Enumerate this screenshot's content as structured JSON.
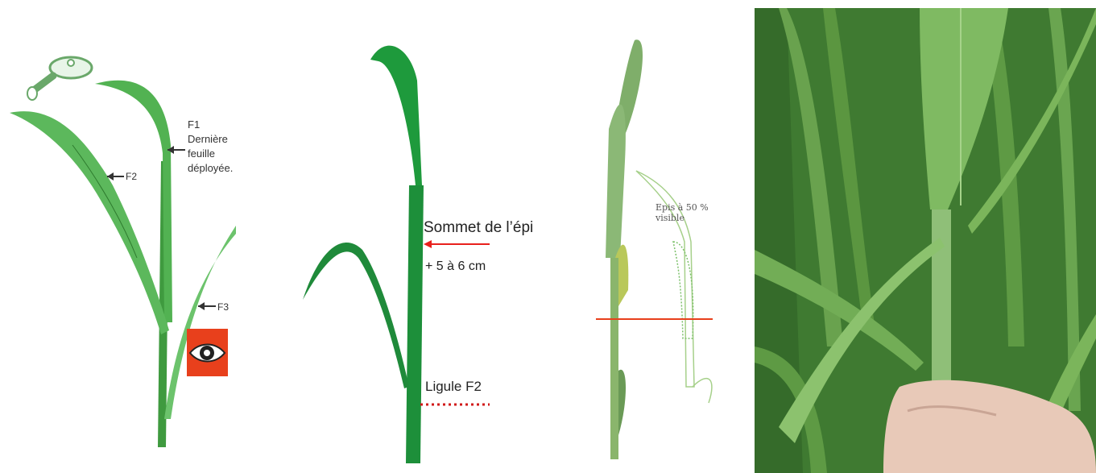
{
  "panel1": {
    "f1_label": "F1",
    "f1_desc_l1": "Dernière",
    "f1_desc_l2": "feuille",
    "f1_desc_l3": "déployée.",
    "f2_label": "F2",
    "f3_label": "F3"
  },
  "panel2": {
    "sommet_label": "Sommet de l’épi",
    "offset_label": "+ 5 à 6 cm",
    "ligule_label": "Ligule F2"
  },
  "panel3": {
    "epis_l1": "Epis à 50 %",
    "epis_l2": "visible"
  },
  "colors": {
    "leaf_green": "#4caf50",
    "dark_green": "#1f7a3a",
    "red_marker": "#e8401c",
    "photo_green": "#4f8c3c"
  },
  "icons": [
    "magnifier-icon",
    "eye-icon"
  ]
}
